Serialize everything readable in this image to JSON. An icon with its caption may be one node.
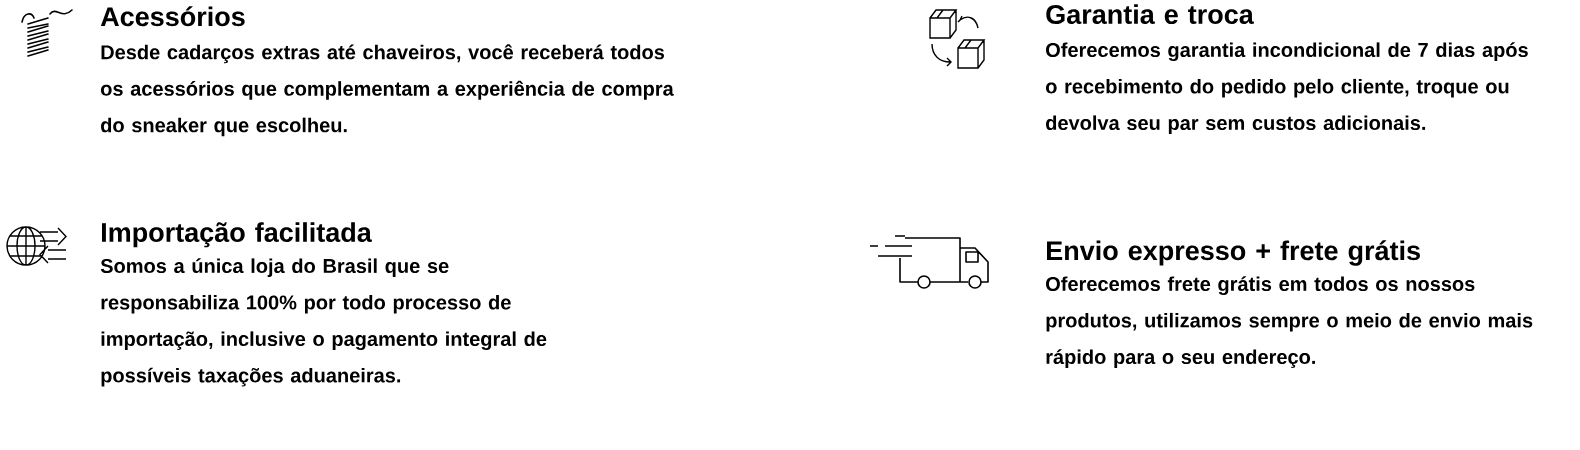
{
  "diagram": {
    "labels": [
      "Acessórios",
      "Desde cadarços extras até chaveiros, você receberá todos os acessórios que complementam a experiência de compra do sneaker que escolheu.",
      "Garantia e troca",
      "Oferecemos garantia incondicional de 7 dias após o recebimento do pedido pelo cliente, troque ou devolva seu par sem custos adicionais.",
      "Importação facilitada",
      "Somos a única loja do Brasil que se responsabiliza 100% por todo processo de importação, inclusive o pagamento integral de possíveis taxações aduaneiras.",
      "Envio expresso + frete grátis",
      "Oferecemos frete grátis em todos os nossos produtos, utilizamos sempre o meio de envio mais rápido para o seu endereço."
    ]
  }
}
